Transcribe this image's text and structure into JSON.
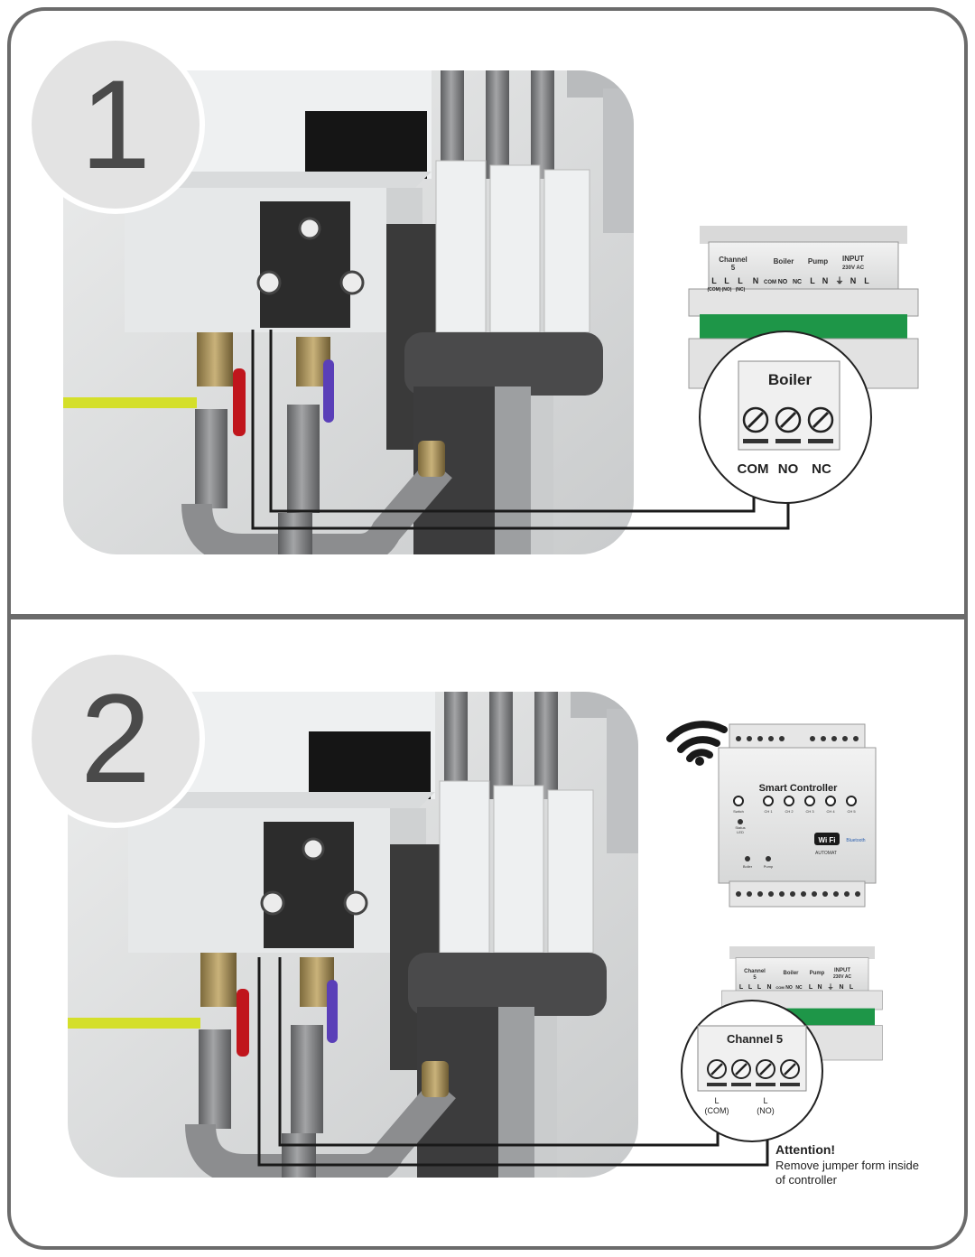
{
  "panels": [
    {
      "step": "1",
      "module": {
        "headers": [
          "Channel",
          "5",
          "Boiler",
          "Pump",
          "INPUT",
          "230V AC"
        ],
        "terminals": [
          "L",
          "L",
          "L",
          "N",
          "COM",
          "NO",
          "NC",
          "L",
          "N",
          "⏚",
          "N",
          "L"
        ],
        "sub": [
          "(COM)",
          "(NO)",
          "(NC)"
        ]
      },
      "zoom": {
        "title": "Boiler",
        "labels": [
          "COM",
          "NO",
          "NC"
        ]
      }
    },
    {
      "step": "2",
      "controller": {
        "title": "Smart Controller",
        "channels": [
          "Switch",
          "CH 1",
          "CH 2",
          "CH 3",
          "CH 4",
          "CH 5"
        ],
        "status": [
          "Status",
          "LED"
        ],
        "wifi": "Wi Fi",
        "bluetooth": "Bluetooth",
        "brand": "AUTOMAT",
        "bottom": [
          "Boiler",
          "Pump"
        ]
      },
      "module": {
        "headers": [
          "Channel",
          "5",
          "Boiler",
          "Pump",
          "INPUT",
          "230V AC"
        ],
        "terminals": [
          "L",
          "L",
          "L",
          "N",
          "COM",
          "NO",
          "NC",
          "L",
          "N",
          "⏚",
          "N",
          "L"
        ]
      },
      "zoom": {
        "title": "Channel 5",
        "label1_top": "L",
        "label1_bottom": "(COM)",
        "label2_top": "L",
        "label2_bottom": "(NO)"
      },
      "attention": {
        "title": "Attention!",
        "line1": "Remove jumper form inside",
        "line2": "of controller"
      }
    }
  ]
}
